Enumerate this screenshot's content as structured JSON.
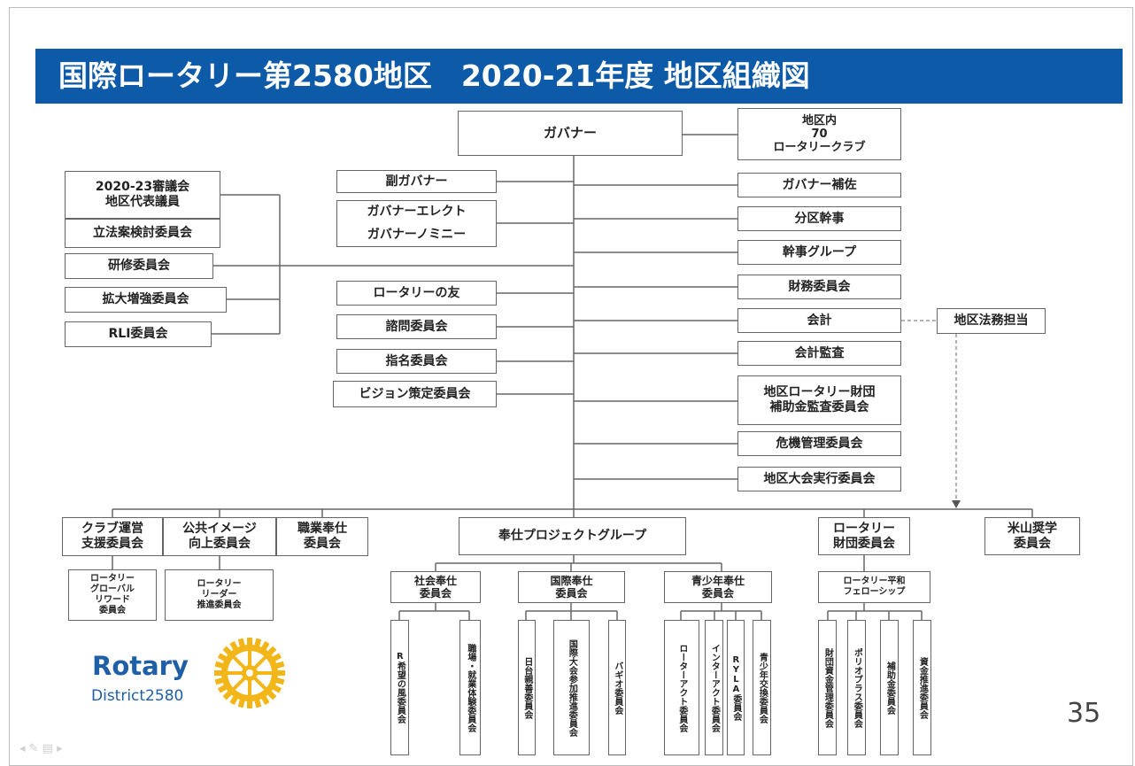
{
  "title": "国際ロータリー第2580地区　2020-21年度 地区組織図",
  "governor": "ガバナー",
  "district_clubs": "地区内\n70\nロータリークラブ",
  "left_column": {
    "council": "2020-23審議会\n地区代表議員",
    "legislation": "立法案検討委員会",
    "training": "研修委員会",
    "expansion": "拡大増強委員会",
    "rli": "RLI委員会"
  },
  "center_column": {
    "vice_governor": "副ガバナー",
    "governor_elect": "ガバナーエレクト",
    "governor_nominee": "ガバナーノミニー",
    "friend": "ロータリーの友",
    "visiting": "諮問委員会",
    "nominating": "指名委員会",
    "vision": "ビジョン策定委員会"
  },
  "right_column": {
    "assistant_governor": "ガバナー補佐",
    "area_secretary": "分区幹事",
    "secretary_group": "幹事グループ",
    "finance": "財務委員会",
    "treasurer": "会計",
    "audit": "会計監査",
    "foundation_audit": "地区ロータリー財団\n補助金監査委員会",
    "risk": "危機管理委員会",
    "conference": "地区大会実行委員会",
    "legal": "地区法務担当"
  },
  "bottom": {
    "club_support": "クラブ運営\n支援委員会",
    "public_image": "公共イメージ\n向上委員会",
    "vocational": "職業奉仕\n委員会",
    "service_projects": "奉仕プロジェクトグループ",
    "foundation": "ロータリー\n財団委員会",
    "yoneyama": "米山奨学\n委員会",
    "global_reward": "ロータリー\nグローバル\nリワード\n委員会",
    "leader": "ロータリー\nリーダー\n推進委員会",
    "community": "社会奉仕\n委員会",
    "international": "国際奉仕\n委員会",
    "youth": "青少年奉仕\n委員会",
    "peace": "ロータリー平和\nフェローシップ",
    "sub_community": [
      "R希望の風委員会",
      "職場・就業体験委員会"
    ],
    "sub_international": [
      "日台親善委員会",
      "国際大会参加推進委員会",
      "バギオ委員会"
    ],
    "sub_youth": [
      "ローターアクト委員会",
      "インターアクト委員会",
      "RYLA委員会",
      "青少年交換委員会"
    ],
    "sub_foundation": [
      "財団資金管理委員会",
      "ポリオプラス委員会",
      "補助金委員会",
      "資金推進委員会"
    ]
  },
  "logo": {
    "rotary": "Rotary",
    "district": "District2580"
  },
  "page_number": "35",
  "colors": {
    "banner": "#0d5aa8",
    "rotary_blue": "#1f5fa8",
    "rotary_gold": "#f2b619"
  }
}
